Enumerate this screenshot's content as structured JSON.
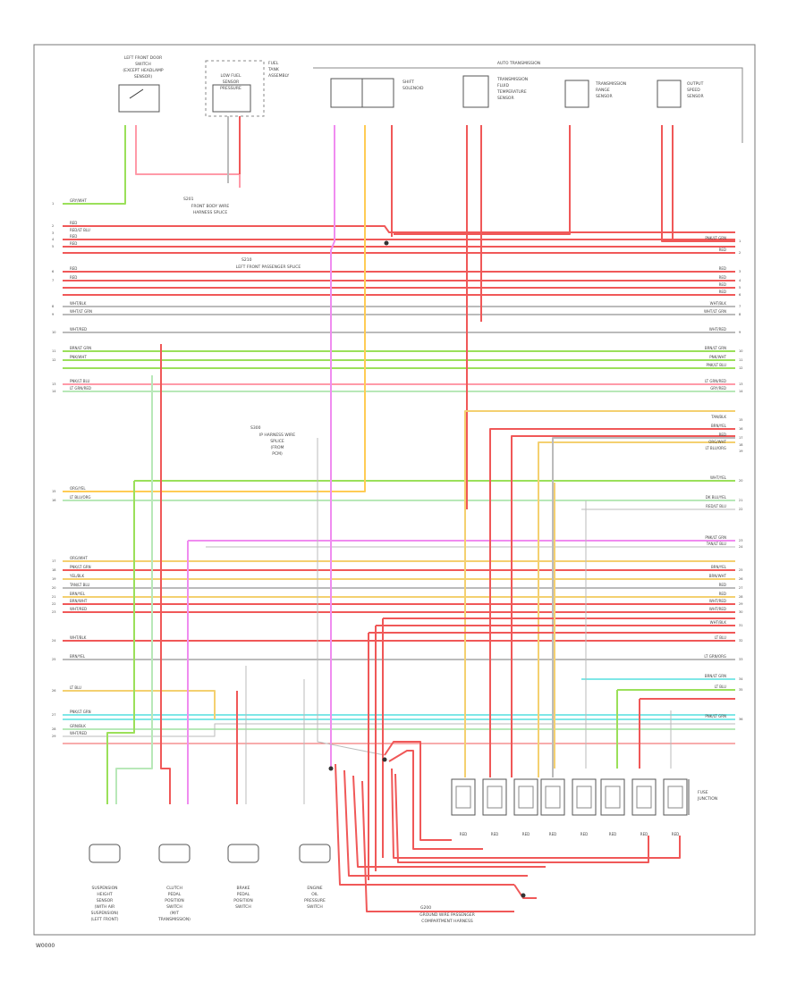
{
  "footer": {
    "code": "W0000"
  },
  "top_components": [
    {
      "id": "lfd_switch",
      "lines": [
        "LEFT FRONT DOOR",
        "SWITCH",
        "(EXCEPT HEADLAMP",
        "SENSOR)"
      ]
    },
    {
      "id": "door_switch",
      "lines": [
        "LOW FUEL",
        "SENSOR",
        "PRESSURE"
      ]
    },
    {
      "id": "fuel_sender",
      "lines": [
        "FUEL",
        "TANK",
        "ASSEMBLY"
      ]
    },
    {
      "id": "auto_trans",
      "lines": [
        "AUTO TRANSMISSION"
      ]
    },
    {
      "id": "shift_sol",
      "lines": [
        "SHIFT",
        "SOLENOID"
      ]
    },
    {
      "id": "trans_fluid",
      "lines": [
        "TRANSMISSION",
        "FLUID",
        "TEMPERATURE",
        "SENSOR"
      ]
    },
    {
      "id": "trans_range",
      "lines": [
        "TRANSMISSION",
        "RANGE",
        "SENSOR"
      ]
    },
    {
      "id": "output_speed",
      "lines": [
        "OUTPUT",
        "SPEED",
        "SENSOR"
      ]
    }
  ],
  "splices": [
    {
      "id": "s1",
      "text": "S201",
      "lines": [
        "FRONT BODY WIRE",
        "HARNESS SPLICE"
      ]
    },
    {
      "id": "s2",
      "text": "S210",
      "lines": [
        "LEFT FRONT PASSENGER SPLICE"
      ]
    },
    {
      "id": "s3",
      "text": "S300",
      "lines": [
        "IP HARNESS WIRE",
        "SPLICE",
        "(FROM",
        "PCM)"
      ]
    },
    {
      "id": "s4",
      "text": "G200",
      "lines": [
        "GROUND WIRE PASSENGER",
        "COMPARTMENT HARNESS"
      ]
    }
  ],
  "bottom_components": [
    {
      "id": "b1",
      "lines": [
        "SUSPENSION",
        "HEIGHT",
        "SENSOR",
        "(WITH AIR",
        "SUSPENSION)",
        "(LEFT FRONT)"
      ]
    },
    {
      "id": "b2",
      "lines": [
        "CLUTCH",
        "PEDAL",
        "POSITION",
        "SWITCH",
        "(M/T",
        "TRANSMISSION)"
      ]
    },
    {
      "id": "b3",
      "lines": [
        "BRAKE",
        "PEDAL",
        "POSITION",
        "SWITCH"
      ]
    },
    {
      "id": "b4",
      "lines": [
        "ENGINE",
        "OIL",
        "PRESSURE",
        "SWITCH"
      ]
    }
  ],
  "fuse_block": {
    "lines": [
      "FUSE",
      "JUNCTION"
    ]
  },
  "wire_labels_left": [
    "GRY/WHT",
    "RED",
    "RED/LT BLU",
    "RED",
    "RED",
    "RED",
    "RED",
    "WHT/BLK",
    "WHT/LT GRN",
    "WHT/RED",
    "BRN/LT GRN",
    "PNK/WHT",
    "PNK/LT BLU",
    "LT GRN/RED",
    "ORG/YEL",
    "LT BLU/ORG",
    "ORG/WHT",
    "PNK/LT GRN",
    "YEL/BLK",
    "TAN/LT BLU",
    "BRN/YEL",
    "BRN/WHT",
    "WHT/RED",
    "WHT/BLK",
    "BRN/YEL",
    "LT BLU",
    "PNK/LT GRN",
    "GRN/BLK",
    "WHT/RED"
  ],
  "wire_labels_right": [
    "PNK/LT GRN",
    "RED",
    "RED",
    "RED",
    "RED",
    "RED",
    "WHT/BLK",
    "WHT/LT GRN",
    "WHT/RED",
    "BRN/LT GRN",
    "PNK/WHT",
    "PNK/LT BLU",
    "LT GRN/RED",
    "GRY/RED",
    "TAN/BLK",
    "BRN/YEL",
    "RED",
    "ORG/WHT",
    "LT BLU/ORG",
    "WHT/YEL",
    "DK BLU/YEL",
    "RED/LT BLU",
    "PNK/LT GRN",
    "TAN/LT BLU",
    "BRN/YEL",
    "BRN/WHT",
    "RED",
    "RED",
    "WHT/RED",
    "WHT/RED",
    "WHT/BLK",
    "LT BLU",
    "LT GRN/ORG",
    "BRN/LT GRN",
    "LT BLU",
    "PNK/LT GRN"
  ]
}
